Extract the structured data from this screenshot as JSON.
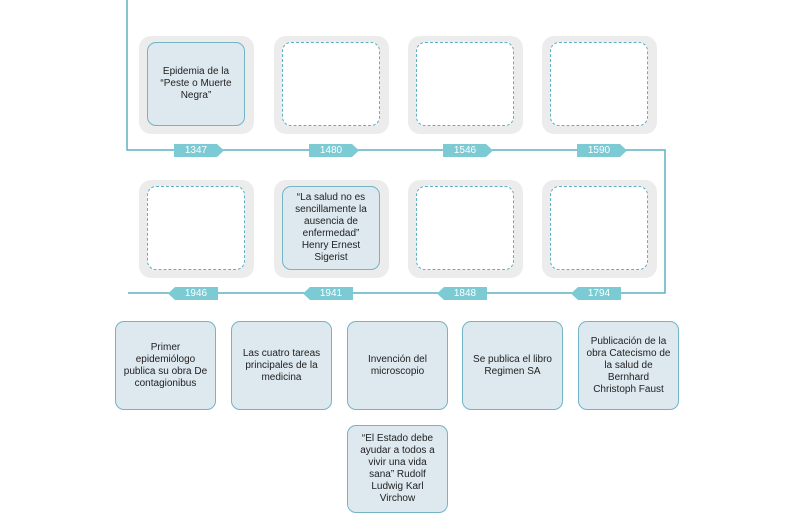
{
  "timeline": {
    "top_row": [
      {
        "year": "1347",
        "text": "Epidemia de la\n“Peste o Muerte\nNegra”"
      },
      {
        "year": "1480",
        "text": ""
      },
      {
        "year": "1546",
        "text": ""
      },
      {
        "year": "1590",
        "text": ""
      }
    ],
    "bottom_row": [
      {
        "year": "1946",
        "text": ""
      },
      {
        "year": "1941",
        "text": "“La salud no es\nsencillamente la\nausencia de\nenfermedad”\nHenry Ernest\nSigerist"
      },
      {
        "year": "1848",
        "text": ""
      },
      {
        "year": "1794",
        "text": ""
      }
    ]
  },
  "answer_cards": [
    {
      "text": "Primer\nepidemiólogo\npublica su obra De\ncontagionibus"
    },
    {
      "text": "Las cuatro tareas\nprincipales de la\nmedicina"
    },
    {
      "text": "Invención del\nmicroscopio"
    },
    {
      "text": "Se publica el libro\nRegimen SA"
    },
    {
      "text": "Publicación de la\nobra Catecismo de\nla salud de\nBernhard\nChristoph Faust"
    },
    {
      "text": "“El Estado debe\nayudar a todos a\nvivir una vida\nsana” Rudolf\nLudwig Karl\nVirchow"
    }
  ],
  "colors": {
    "line": "#5fb0c3",
    "tag": "#7ccad4",
    "card_bg": "#dde8ef",
    "slot_bg": "#ececec"
  }
}
